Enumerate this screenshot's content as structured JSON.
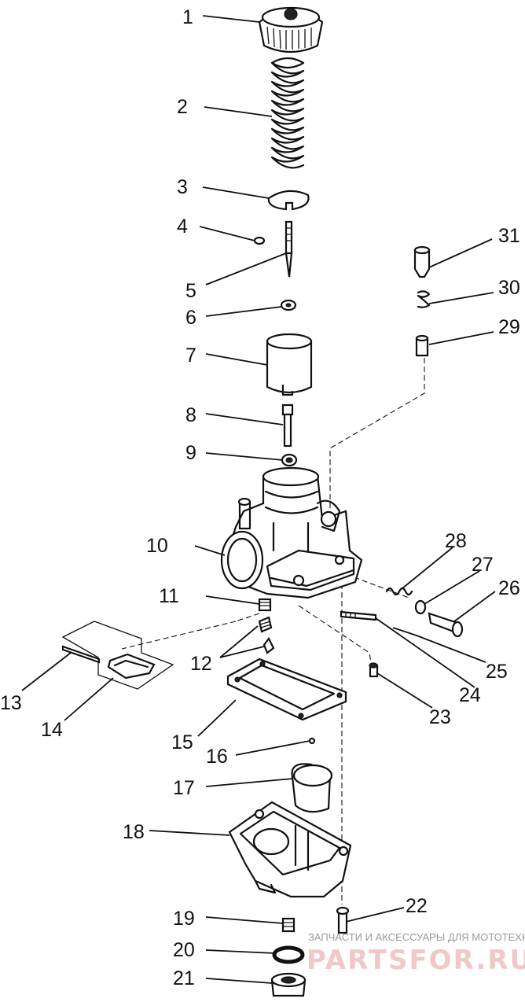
{
  "callouts": [
    "1",
    "2",
    "3",
    "4",
    "5",
    "6",
    "7",
    "8",
    "9",
    "10",
    "11",
    "12",
    "13",
    "14",
    "15",
    "16",
    "17",
    "18",
    "19",
    "20",
    "21",
    "22",
    "23",
    "24",
    "25",
    "26",
    "27",
    "28",
    "29",
    "30",
    "31"
  ],
  "watermark": {
    "caption": "ЗАПЧАСТИ И АКСЕССУАРЫ ДЛЯ МОТОТЕХНИКИ",
    "brand": "PARTSFOR.RU"
  }
}
